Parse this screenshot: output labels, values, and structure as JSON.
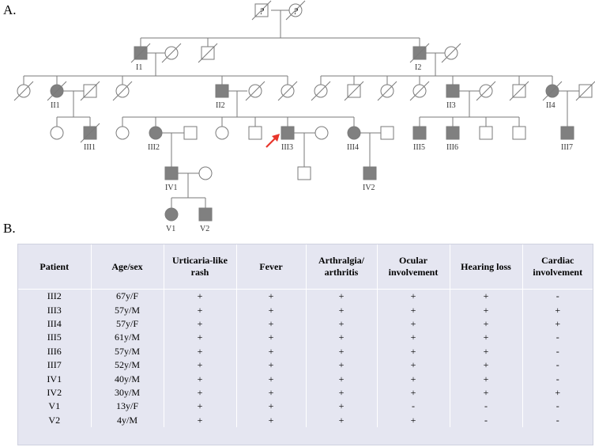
{
  "panels": {
    "a": "A.",
    "b": "B."
  },
  "pedigree": {
    "unknown_mark": "?",
    "proband_arrow_color": "#e8352b",
    "affected_fill": "#808080",
    "line_color": "#7a7a7a",
    "individuals": {
      "I1": "I1",
      "I2": "I2",
      "II1": "II1",
      "II2": "II2",
      "II3": "II3",
      "II4": "II4",
      "III1": "III1",
      "III2": "III2",
      "III3": "III3",
      "III4": "III4",
      "III5": "III5",
      "III6": "III6",
      "III7": "III7",
      "IV1": "IV1",
      "IV2": "IV2",
      "V1": "V1",
      "V2": "V2"
    }
  },
  "table": {
    "columns": [
      "Patient",
      "Age/sex",
      "Urticaria-like rash",
      "Fever",
      "Arthralgia/ arthritis",
      "Ocular involvement",
      "Hearing loss",
      "Cardiac involvement"
    ],
    "rows": [
      [
        "III2",
        "67y/F",
        "+",
        "+",
        "+",
        "+",
        "+",
        "-"
      ],
      [
        "III3",
        "57y/M",
        "+",
        "+",
        "+",
        "+",
        "+",
        "+"
      ],
      [
        "III4",
        "57y/F",
        "+",
        "+",
        "+",
        "+",
        "+",
        "+"
      ],
      [
        "III5",
        "61y/M",
        "+",
        "+",
        "+",
        "+",
        "+",
        "-"
      ],
      [
        "III6",
        "57y/M",
        "+",
        "+",
        "+",
        "+",
        "+",
        "-"
      ],
      [
        "III7",
        "52y/M",
        "+",
        "+",
        "+",
        "+",
        "+",
        "-"
      ],
      [
        "IV1",
        "40y/M",
        "+",
        "+",
        "+",
        "+",
        "+",
        "-"
      ],
      [
        "IV2",
        "30y/M",
        "+",
        "+",
        "+",
        "+",
        "+",
        "+"
      ],
      [
        "V1",
        "13y/F",
        "+",
        "+",
        "+",
        "-",
        "-",
        "-"
      ],
      [
        "V2",
        "4y/M",
        "+",
        "+",
        "+",
        "+",
        "-",
        "-"
      ]
    ]
  }
}
